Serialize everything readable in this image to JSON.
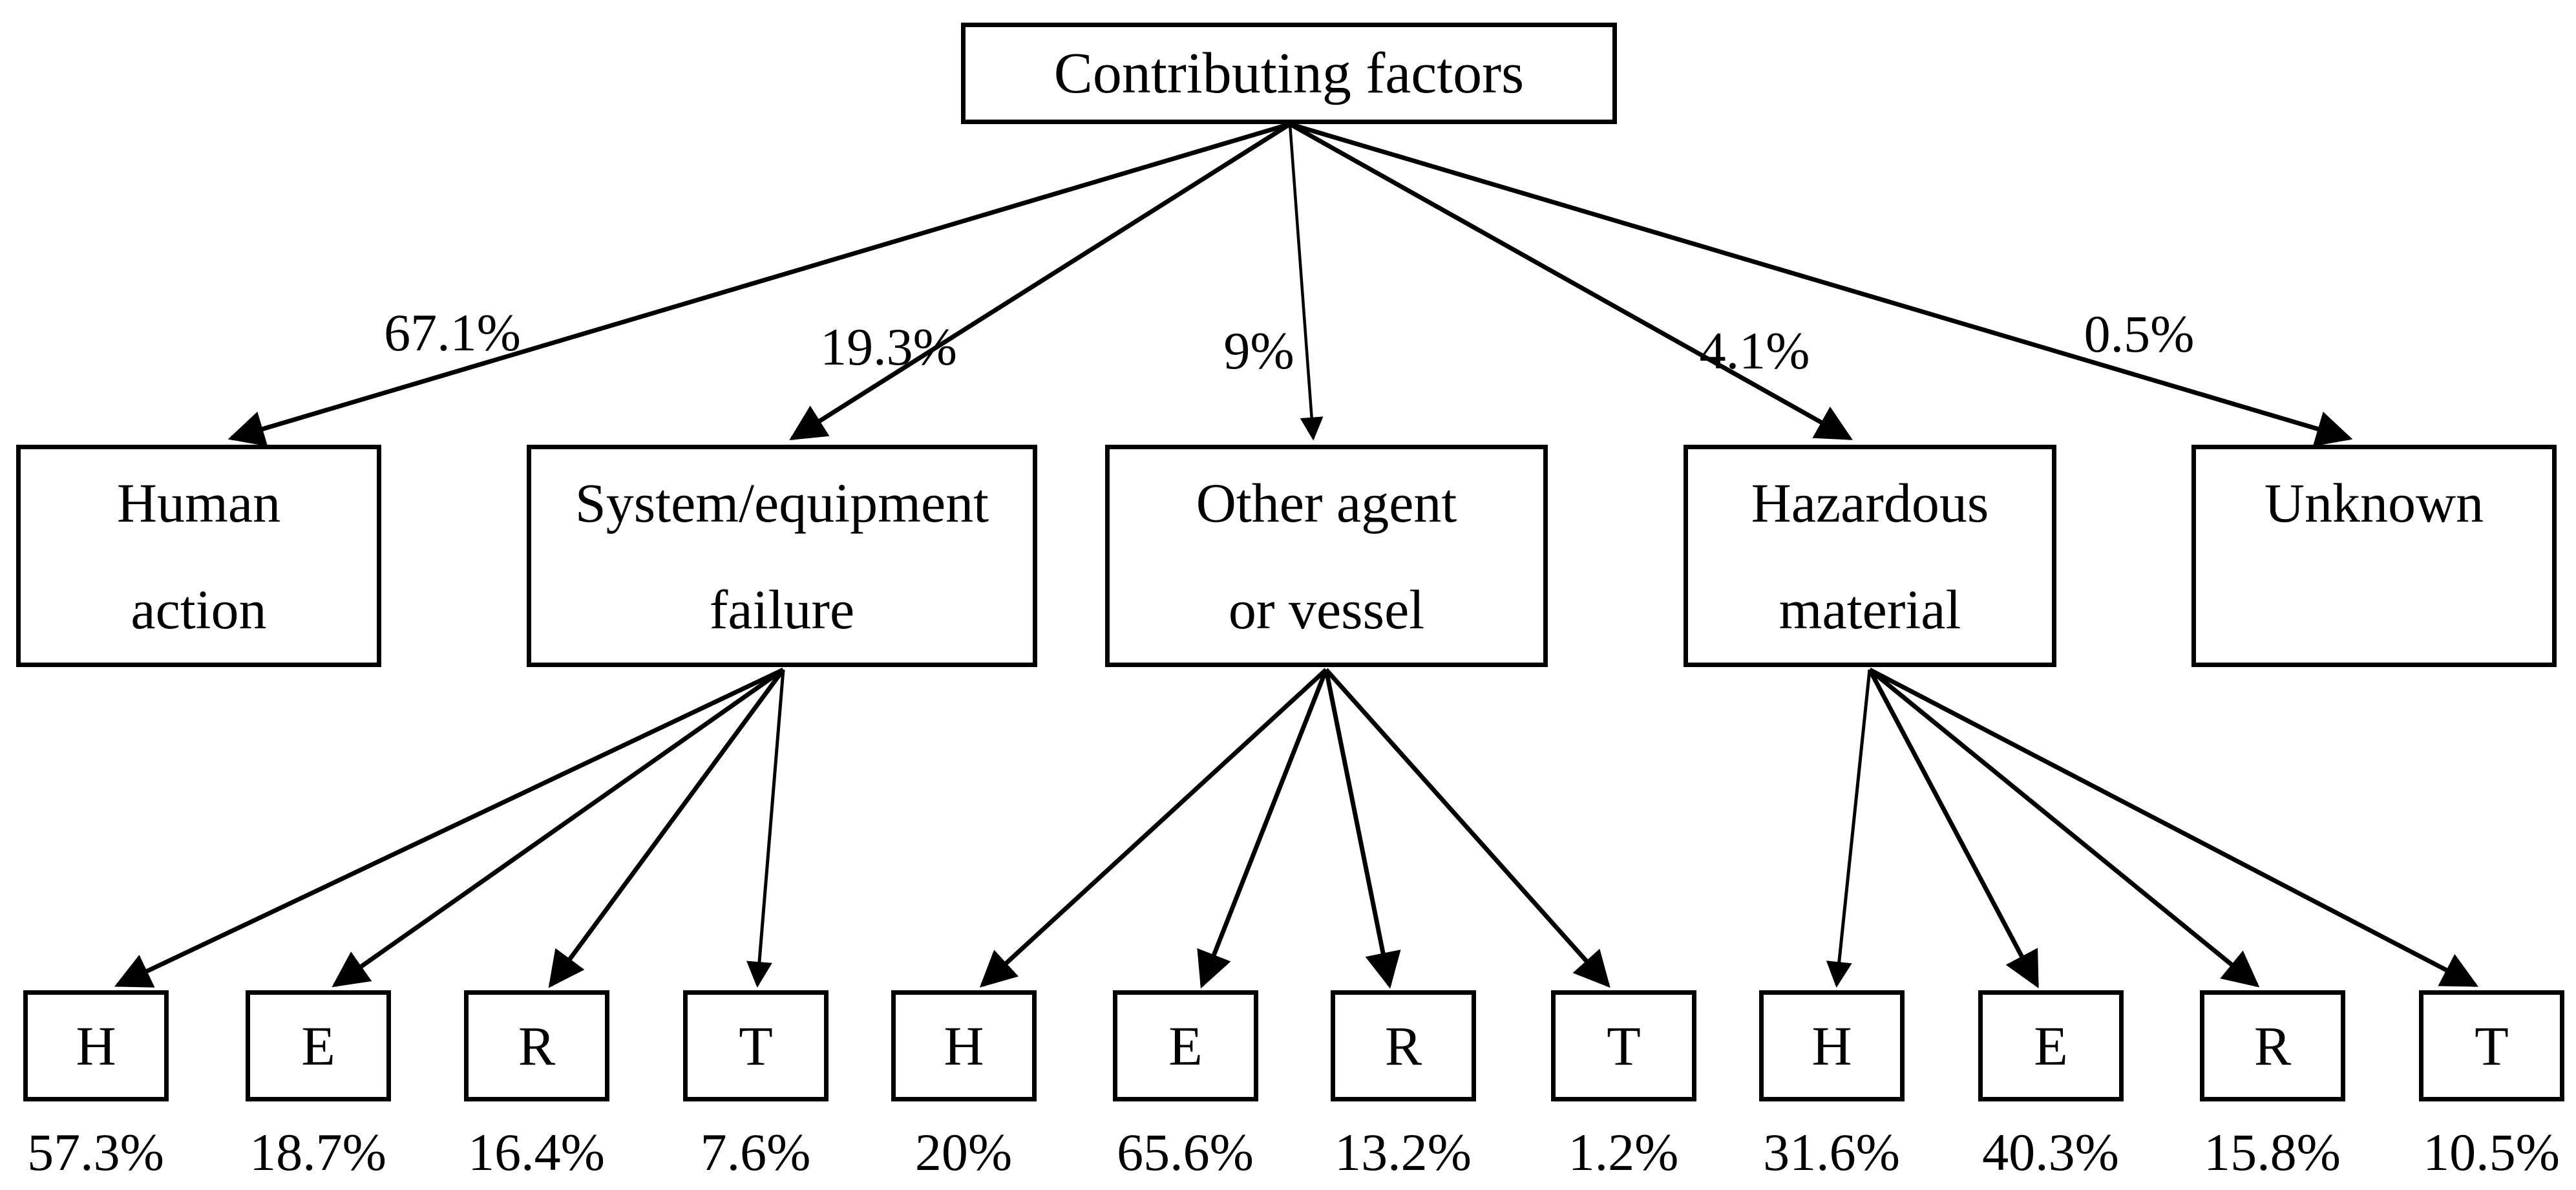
{
  "diagram": {
    "root_label": "Contributing factors",
    "branches": [
      {
        "name": "Human action",
        "lines": [
          "Human",
          "action"
        ],
        "pct": "67.1%",
        "children": []
      },
      {
        "name": "System/equipment failure",
        "lines": [
          "System/equipment",
          "failure"
        ],
        "pct": "19.3%",
        "children": [
          {
            "label": "H",
            "pct": "57.3%"
          },
          {
            "label": "E",
            "pct": "18.7%"
          },
          {
            "label": "R",
            "pct": "16.4%"
          },
          {
            "label": "T",
            "pct": "7.6%"
          }
        ]
      },
      {
        "name": "Other agent or vessel",
        "lines": [
          "Other agent",
          "or vessel"
        ],
        "pct": "9%",
        "children": [
          {
            "label": "H",
            "pct": "20%"
          },
          {
            "label": "E",
            "pct": "65.6%"
          },
          {
            "label": "R",
            "pct": "13.2%"
          },
          {
            "label": "T",
            "pct": "1.2%"
          }
        ]
      },
      {
        "name": "Hazardous material",
        "lines": [
          "Hazardous",
          "material"
        ],
        "pct": "4.1%",
        "children": [
          {
            "label": "H",
            "pct": "31.6%"
          },
          {
            "label": "E",
            "pct": "40.3%"
          },
          {
            "label": "R",
            "pct": "15.8%"
          },
          {
            "label": "T",
            "pct": "10.5%"
          }
        ]
      },
      {
        "name": "Unknown",
        "lines": [
          "Unknown",
          ""
        ],
        "pct": "0.5%",
        "children": []
      }
    ],
    "colors": {
      "background": "#ffffff",
      "line": "#000000",
      "box_border": "#000000",
      "text": "#000000"
    }
  }
}
